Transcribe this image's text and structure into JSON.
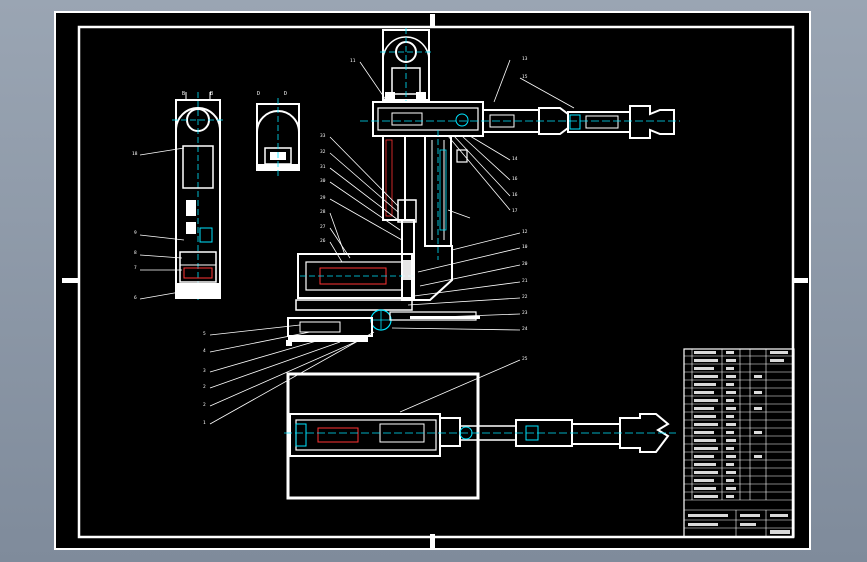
{
  "app": {
    "title": "",
    "background_color": "#8f9bab",
    "canvas_color": "#000000",
    "line_color": "#ffffff",
    "center_line_color": "#00e5ff",
    "section_color": "#ff3333"
  },
  "drawing": {
    "callouts": [
      "11",
      "13",
      "14",
      "15",
      "16",
      "17",
      "18",
      "19",
      "20",
      "21",
      "22",
      "23",
      "24",
      "25",
      "26",
      "27",
      "28",
      "29",
      "30",
      "31",
      "32",
      "33",
      "1",
      "2",
      "3",
      "4",
      "5",
      "6",
      "7",
      "8",
      "9",
      "10",
      "12"
    ],
    "section_marks": [
      "B",
      "B",
      "D",
      "D"
    ]
  },
  "icons": {
    "frame": "drawing-frame-icon",
    "part": "mechanical-part-icon"
  }
}
